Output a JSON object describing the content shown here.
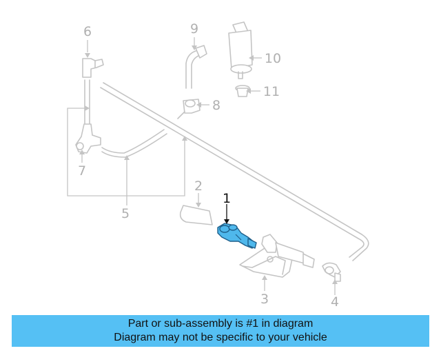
{
  "diagram": {
    "callouts": {
      "c1": "1",
      "c2": "2",
      "c3": "3",
      "c4": "4",
      "c5": "5",
      "c6": "6",
      "c7": "7",
      "c8": "8",
      "c9": "9",
      "c10": "10",
      "c11": "11"
    },
    "highlighted_part": "1",
    "highlight_color": "#4fb8ec",
    "line_color": "#c4c4c4"
  },
  "banner": {
    "line1": "Part or sub-assembly is #1 in diagram",
    "line2": "Diagram may not be specific to your vehicle",
    "background": "#55c0f4"
  }
}
